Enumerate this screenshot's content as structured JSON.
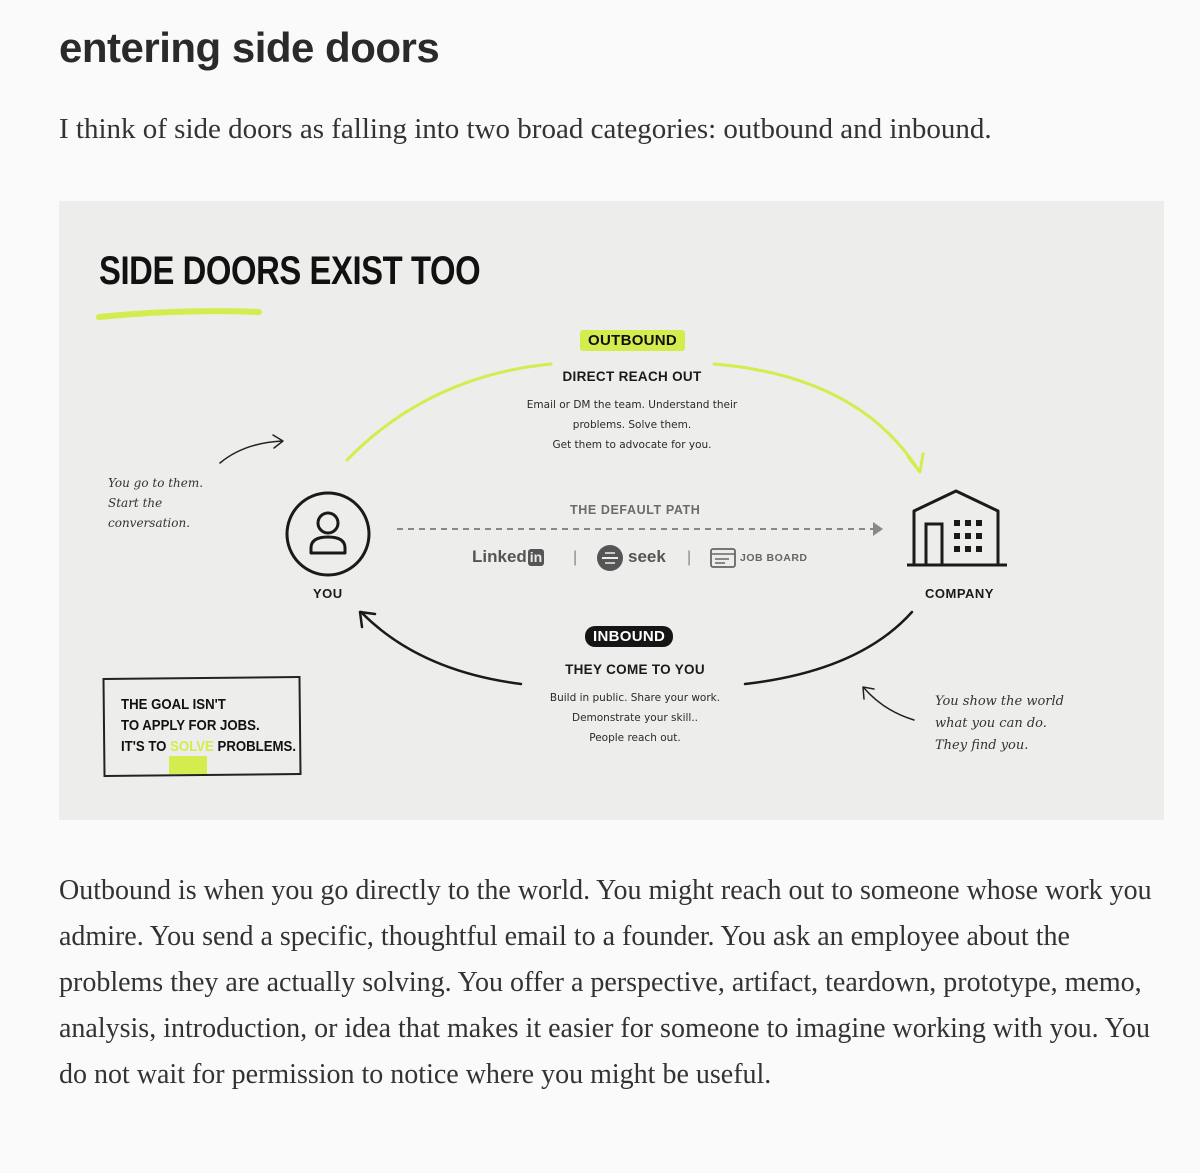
{
  "article": {
    "heading": "entering side doors",
    "intro": "I think of side doors as falling into two broad categories: outbound and inbound.",
    "body": "Outbound is when you go directly to the world. You might reach out to someone whose work you admire. You send a specific, thoughtful email to a founder. You ask an employee about the problems they are actually solving. You offer a perspective, artifact, teardown, prototype, memo, analysis, introduction, or idea that makes it easier for someone to imagine working with you. You do not wait for permission to notice where you might be useful."
  },
  "figure": {
    "title": "SIDE DOORS EXIST TOO",
    "outbound": {
      "tag": "OUTBOUND",
      "subtitle": "DIRECT REACH OUT",
      "lines": [
        "Email or DM the team. Understand their",
        "problems. Solve them.",
        "Get them to advocate for you."
      ]
    },
    "inbound": {
      "tag": "INBOUND",
      "subtitle": "THEY COME TO YOU",
      "lines": [
        "Build in public. Share your work.",
        "Demonstrate your skill..",
        "People reach out."
      ]
    },
    "left_note": [
      "You go to them.",
      "Start the",
      "conversation."
    ],
    "right_note": [
      "You show the world",
      "what you can do.",
      "They find you."
    ],
    "you_label": "YOU",
    "company_label": "COMPANY",
    "default_path": "THE DEFAULT PATH",
    "logos": {
      "linkedin": "Linked",
      "linkedin_badge": "in",
      "seek": "seek",
      "job_board": "JOB BOARD",
      "separator": "|"
    },
    "goal": {
      "line1": "THE GOAL ISN'T",
      "line2": "TO APPLY FOR JOBS.",
      "line3_start": "IT'S TO ",
      "line3_highlight": "SOLVE",
      "line3_end": " PROBLEMS."
    },
    "colors": {
      "accent": "#d4ec4e",
      "background": "#ededeb",
      "ink": "#1a1a1a"
    }
  }
}
